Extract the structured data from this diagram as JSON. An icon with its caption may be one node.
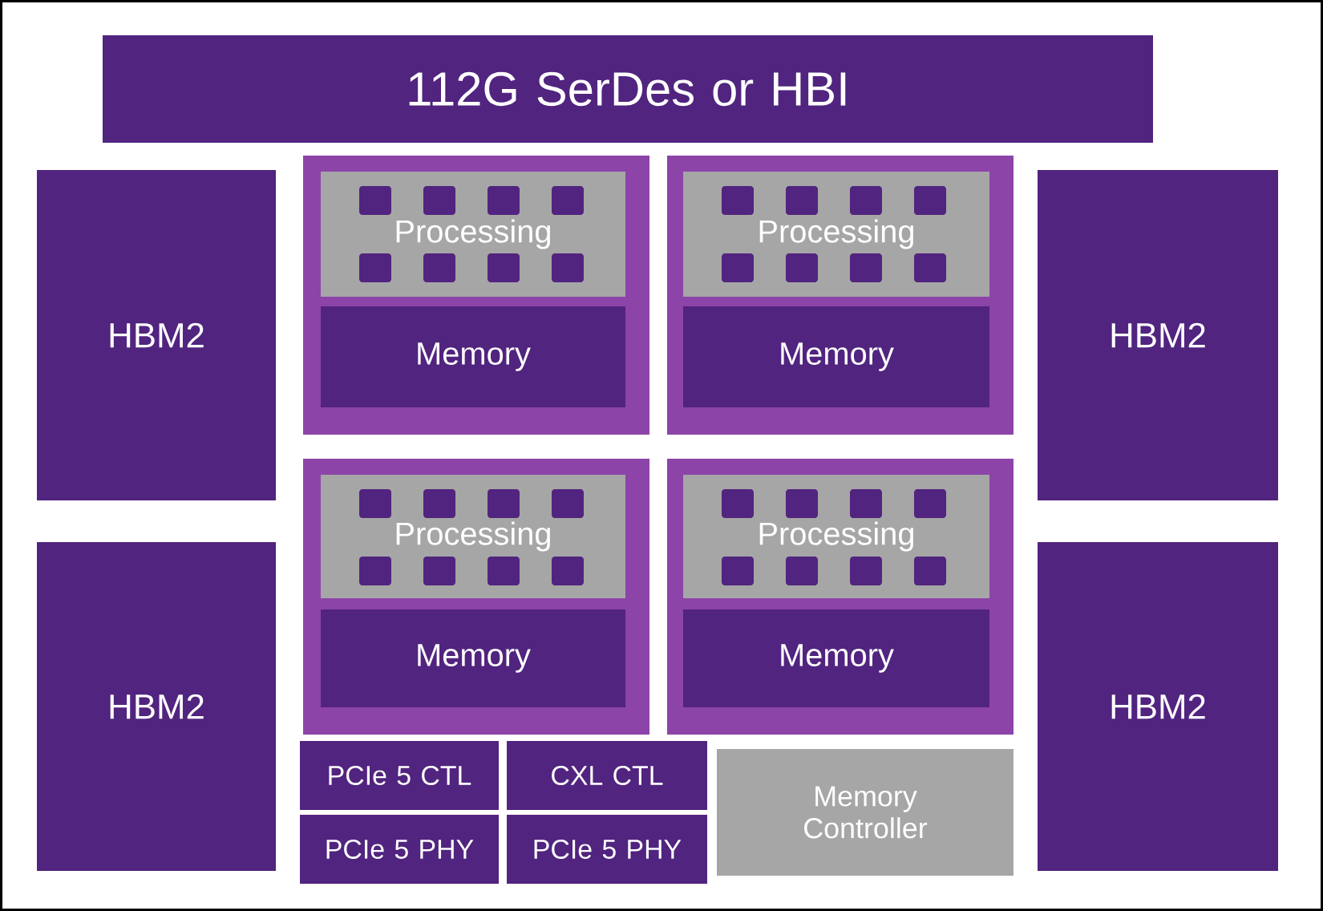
{
  "diagram": {
    "nodes": [
      {
        "text": [
          "112G SerDes or HBI"
        ]
      },
      {
        "text": [
          "HBM2"
        ]
      },
      {
        "text": [],
        "shape": "box"
      },
      {
        "text": [
          "Processing"
        ],
        "in": 2
      },
      {
        "text": [
          "Memory"
        ],
        "in": 2
      },
      {
        "text": [],
        "shape": "box"
      },
      {
        "text": [
          "Processing"
        ],
        "in": 5
      },
      {
        "text": [
          "Memory"
        ],
        "in": 5
      },
      {
        "text": [
          "HBM2"
        ]
      },
      {
        "text": [
          "HBM2"
        ]
      },
      {
        "text": [],
        "shape": "box"
      },
      {
        "text": [
          "Processing"
        ],
        "in": 10
      },
      {
        "text": [
          "Memory"
        ],
        "in": 10
      },
      {
        "text": [],
        "shape": "box"
      },
      {
        "text": [
          "Processing"
        ],
        "in": 13
      },
      {
        "text": [
          "Memory"
        ],
        "in": 13
      },
      {
        "text": [
          "HBM2"
        ]
      },
      {
        "text": [
          "PCIe 5 CTL"
        ]
      },
      {
        "text": [
          "CXL CTL"
        ]
      },
      {
        "text": [
          "Memory Controller"
        ]
      },
      {
        "text": [
          "PCIe 5 PHY"
        ]
      },
      {
        "text": [
          "PCIe 5 PHY"
        ]
      }
    ]
  }
}
